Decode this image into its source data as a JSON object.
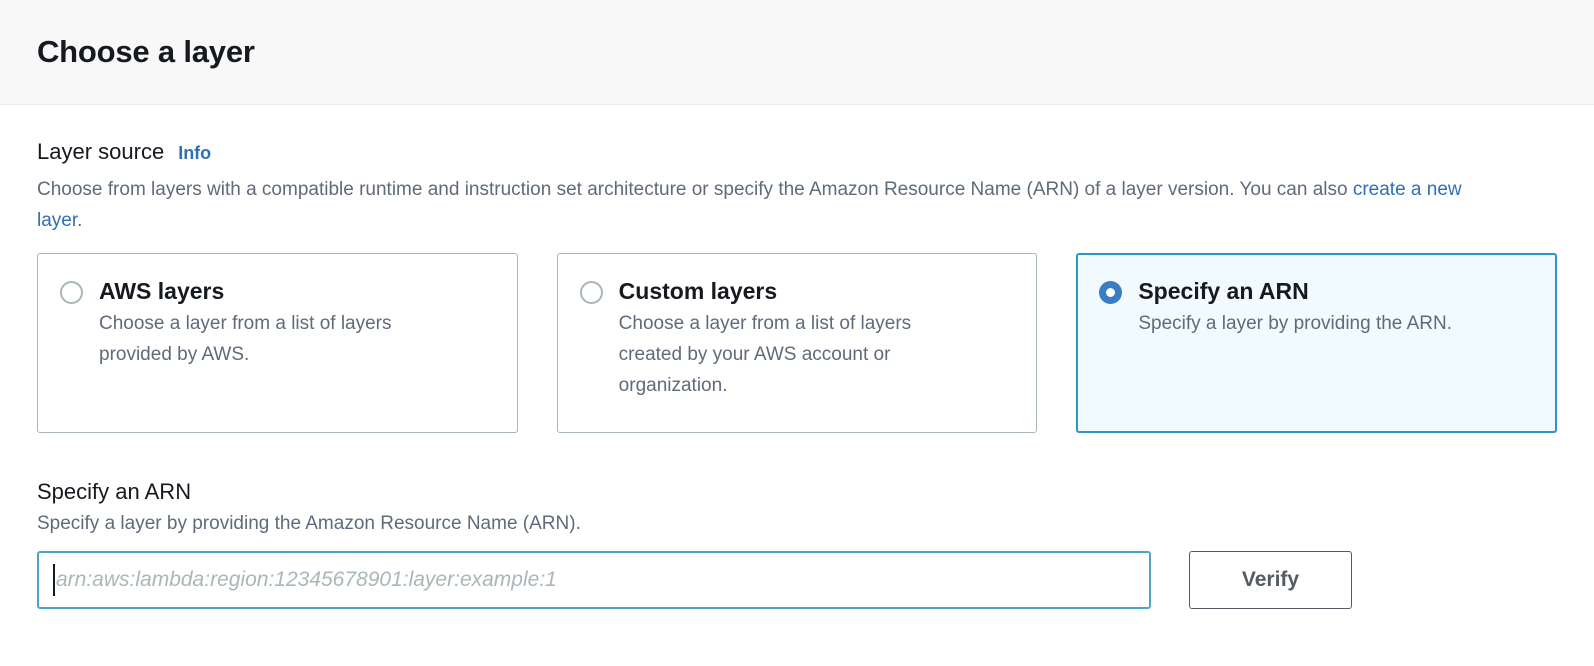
{
  "header": {
    "title": "Choose a layer"
  },
  "layer_source": {
    "label": "Layer source",
    "info_link": "Info",
    "description_prefix": "Choose from layers with a compatible runtime and instruction set architecture or specify the Amazon Resource Name (ARN) of a layer version. You can also ",
    "description_link": "create a new layer",
    "description_suffix": ".",
    "options": [
      {
        "id": "aws-layers",
        "title": "AWS layers",
        "description": "Choose a layer from a list of layers provided by AWS.",
        "selected": false
      },
      {
        "id": "custom-layers",
        "title": "Custom layers",
        "description": "Choose a layer from a list of layers created by your AWS account or organization.",
        "selected": false
      },
      {
        "id": "specify-an-arn",
        "title": "Specify an ARN",
        "description": "Specify a layer by providing the ARN.",
        "selected": true
      }
    ]
  },
  "arn_section": {
    "title": "Specify an ARN",
    "description": "Specify a layer by providing the Amazon Resource Name (ARN).",
    "input_value": "",
    "input_placeholder": "arn:aws:lambda:region:12345678901:layer:example:1",
    "verify_label": "Verify"
  },
  "colors": {
    "accent_blue": "#2f6fb5",
    "selected_border": "#3293c4",
    "selected_fill": "#f1faff",
    "radio_checked": "#3b7dc4",
    "input_focus_border": "#4fa3c7",
    "button_border": "#545b64",
    "header_bg": "#f8f8f8",
    "muted_text": "#5f6b7a"
  }
}
